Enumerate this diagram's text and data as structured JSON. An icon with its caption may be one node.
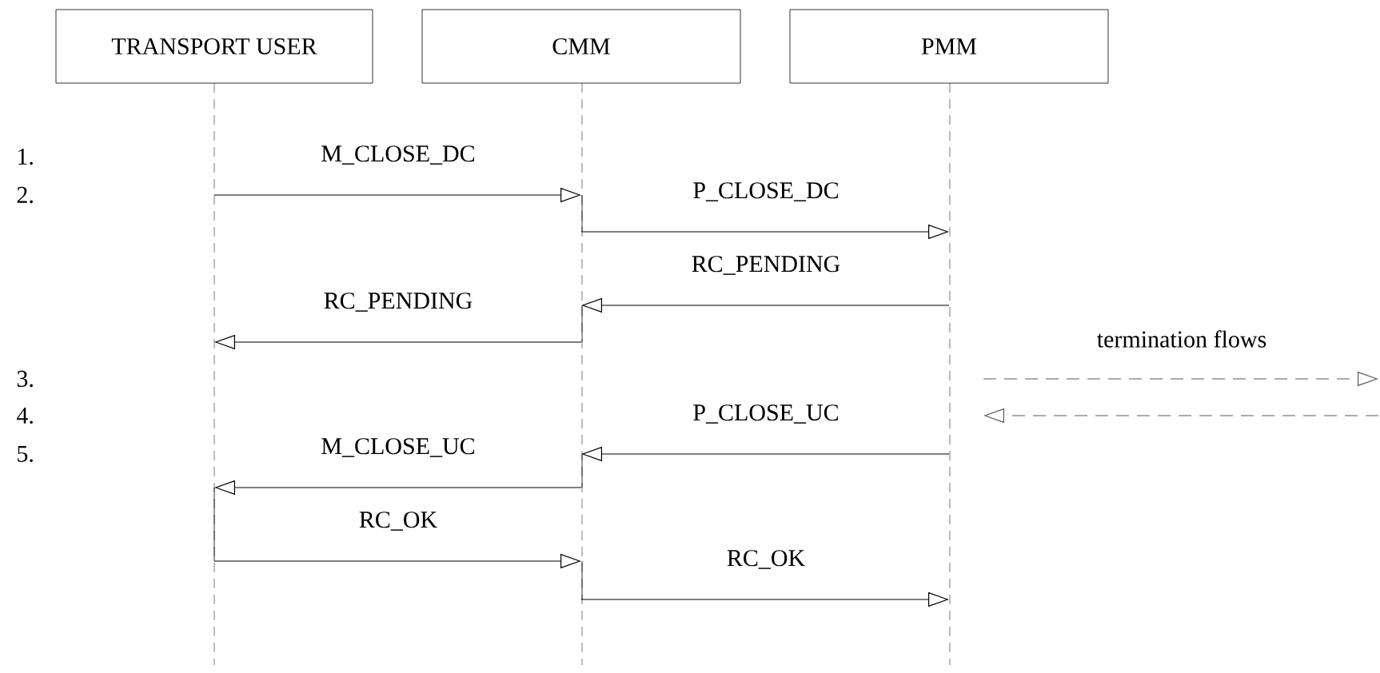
{
  "diagram": {
    "nodes": [
      {
        "text": [
          "TRANSPORT USER"
        ]
      },
      {
        "text": [
          "CMM"
        ]
      },
      {
        "text": [
          "PMM"
        ]
      }
    ],
    "edges": [
      {
        "from": 0,
        "to": 1,
        "arrow": "to",
        "label": "M_CLOSE_DC"
      },
      {
        "from": 1,
        "to": 2,
        "arrow": "to",
        "label": "P_CLOSE_DC"
      },
      {
        "from": 2,
        "to": 1,
        "arrow": "to",
        "label": "RC_PENDING"
      },
      {
        "from": 1,
        "to": 0,
        "arrow": "to",
        "label": "RC_PENDING"
      },
      {
        "from": 2,
        "to": 1,
        "arrow": "to",
        "label": "P_CLOSE_UC"
      },
      {
        "from": 1,
        "to": 0,
        "arrow": "to",
        "label": "M_CLOSE_UC"
      },
      {
        "from": 0,
        "to": 1,
        "arrow": "to",
        "label": "RC_OK"
      },
      {
        "from": 1,
        "to": 2,
        "arrow": "to",
        "label": "RC_OK"
      }
    ],
    "labels": [
      "1.",
      "2.",
      "termination flows",
      "3.",
      "4.",
      "5."
    ]
  }
}
